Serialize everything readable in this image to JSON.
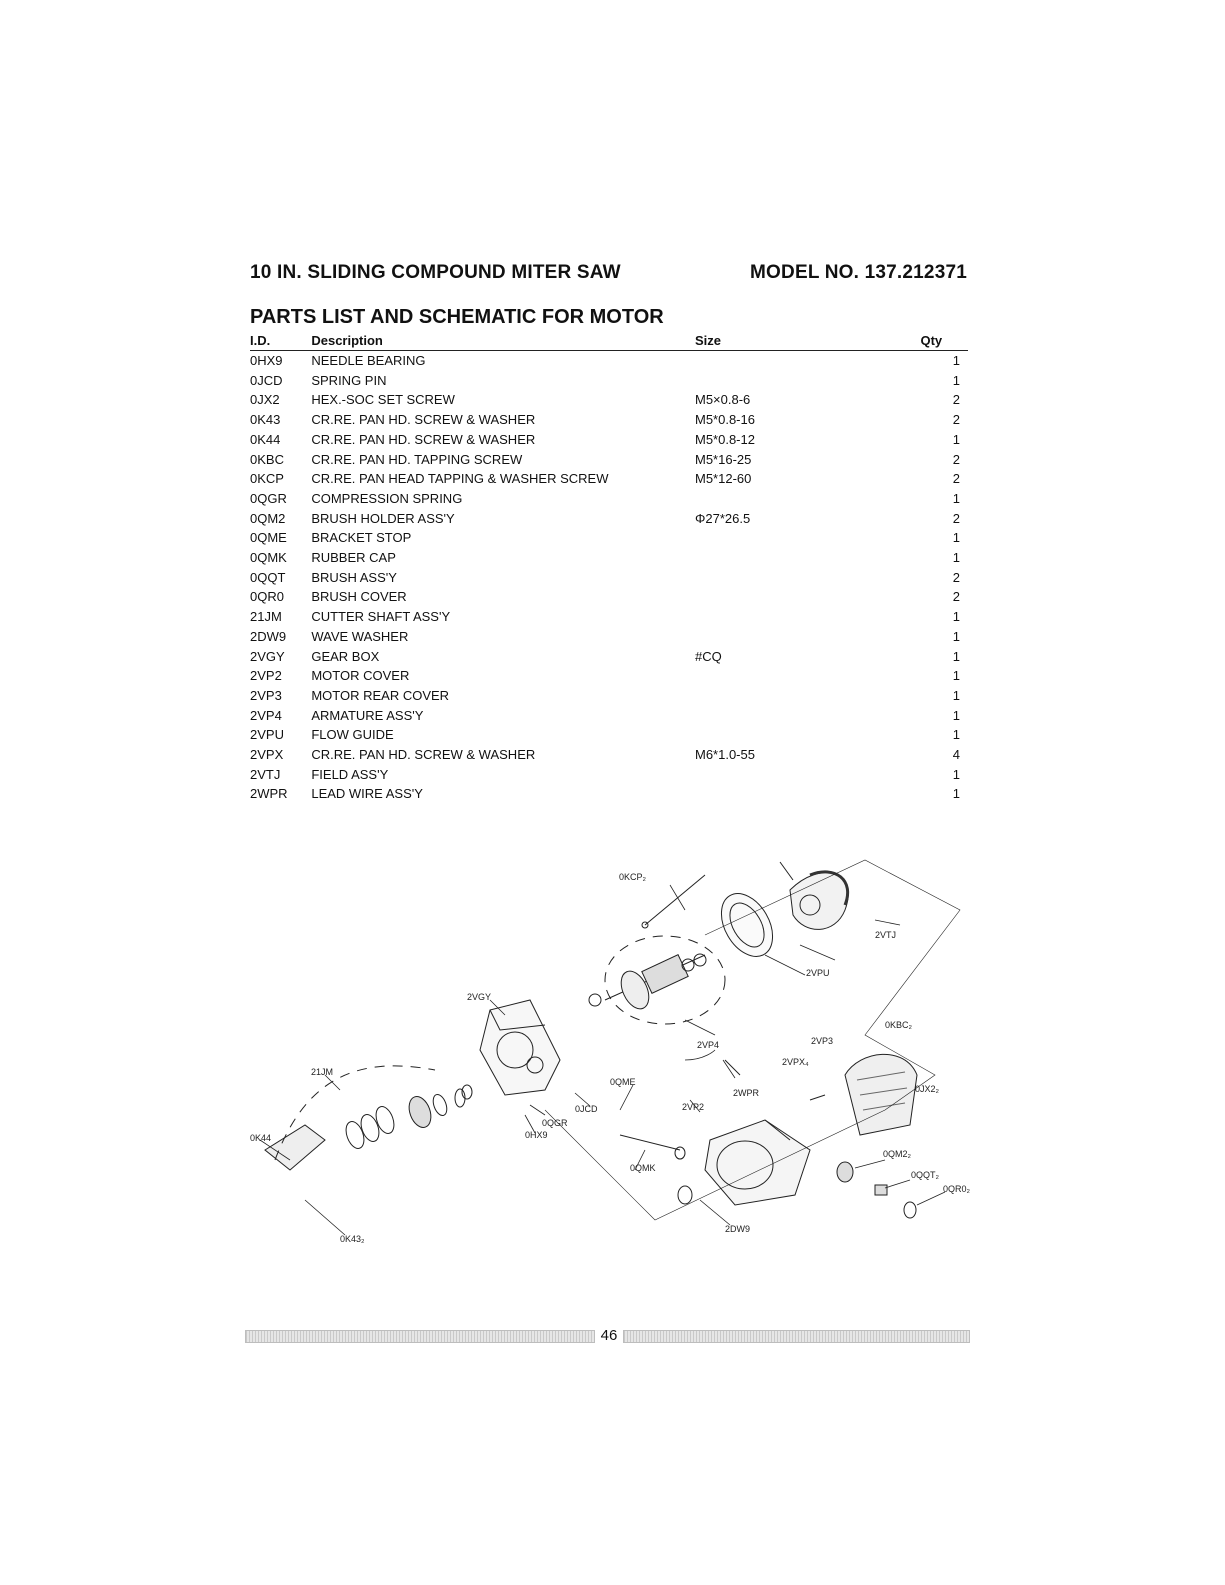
{
  "header": {
    "title": "10 IN. SLIDING COMPOUND MITER SAW",
    "model": "MODEL NO. 137.212371"
  },
  "section_title": "PARTS LIST AND SCHEMATIC FOR MOTOR",
  "table": {
    "columns": [
      "I.D.",
      "Description",
      "Size",
      "Qty"
    ],
    "rows": [
      {
        "id": "0HX9",
        "desc": "NEEDLE BEARING",
        "size": "",
        "qty": "1"
      },
      {
        "id": "0JCD",
        "desc": "SPRING PIN",
        "size": "",
        "qty": "1"
      },
      {
        "id": "0JX2",
        "desc": "HEX.-SOC SET SCREW",
        "size": "M5×0.8-6",
        "qty": "2"
      },
      {
        "id": "0K43",
        "desc": "CR.RE. PAN HD. SCREW & WASHER",
        "size": "M5*0.8-16",
        "qty": "2"
      },
      {
        "id": "0K44",
        "desc": "CR.RE. PAN HD. SCREW & WASHER",
        "size": "M5*0.8-12",
        "qty": "1"
      },
      {
        "id": "0KBC",
        "desc": "CR.RE. PAN HD. TAPPING SCREW",
        "size": "M5*16-25",
        "qty": "2"
      },
      {
        "id": "0KCP",
        "desc": "CR.RE. PAN HEAD TAPPING & WASHER SCREW",
        "size": "M5*12-60",
        "qty": "2"
      },
      {
        "id": "0QGR",
        "desc": "COMPRESSION SPRING",
        "size": "",
        "qty": "1"
      },
      {
        "id": "0QM2",
        "desc": "BRUSH HOLDER ASS'Y",
        "size": "Φ27*26.5",
        "qty": "2"
      },
      {
        "id": "0QME",
        "desc": "BRACKET STOP",
        "size": "",
        "qty": "1"
      },
      {
        "id": "0QMK",
        "desc": "RUBBER CAP",
        "size": "",
        "qty": "1"
      },
      {
        "id": "0QQT",
        "desc": "BRUSH ASS'Y",
        "size": "",
        "qty": "2"
      },
      {
        "id": "0QR0",
        "desc": "BRUSH COVER",
        "size": "",
        "qty": "2"
      },
      {
        "id": "21JM",
        "desc": "CUTTER SHAFT ASS'Y",
        "size": "",
        "qty": "1"
      },
      {
        "id": "2DW9",
        "desc": "WAVE WASHER",
        "size": "",
        "qty": "1"
      },
      {
        "id": "2VGY",
        "desc": "GEAR BOX",
        "size": "#CQ",
        "qty": "1"
      },
      {
        "id": "2VP2",
        "desc": "MOTOR COVER",
        "size": "",
        "qty": "1"
      },
      {
        "id": "2VP3",
        "desc": "MOTOR REAR COVER",
        "size": "",
        "qty": "1"
      },
      {
        "id": "2VP4",
        "desc": "ARMATURE ASS'Y",
        "size": "",
        "qty": "1"
      },
      {
        "id": "2VPU",
        "desc": "FLOW GUIDE",
        "size": "",
        "qty": "1"
      },
      {
        "id": "2VPX",
        "desc": "CR.RE. PAN HD. SCREW & WASHER",
        "size": "M6*1.0-55",
        "qty": "4"
      },
      {
        "id": "2VTJ",
        "desc": "FIELD ASS'Y",
        "size": "",
        "qty": "1"
      },
      {
        "id": "2WPR",
        "desc": "LEAD WIRE ASS'Y",
        "size": "",
        "qty": "1"
      }
    ]
  },
  "schematic_labels": {
    "kcp": "0KCP₂",
    "vtj": "2VTJ",
    "vpu": "2VPU",
    "vgy": "2VGY",
    "vp4": "2VP4",
    "kbc": "0KBC₂",
    "vp3": "2VP3",
    "vpx": "2VPX₄",
    "jm21": "21JM",
    "qme": "0QME",
    "wpr": "2WPR",
    "jx2": "0JX2₂",
    "jcd": "0JCD",
    "vp2": "2VP2",
    "qgr": "0QGR",
    "hx9": "0HX9",
    "k44": "0K44",
    "qmk": "0QMK",
    "qm2": "0QM2₂",
    "qqt": "0QQT₂",
    "qr0": "0QR0₂",
    "k43": "0K43₂",
    "dw9": "2DW9"
  },
  "footer": {
    "page_number": "46"
  }
}
